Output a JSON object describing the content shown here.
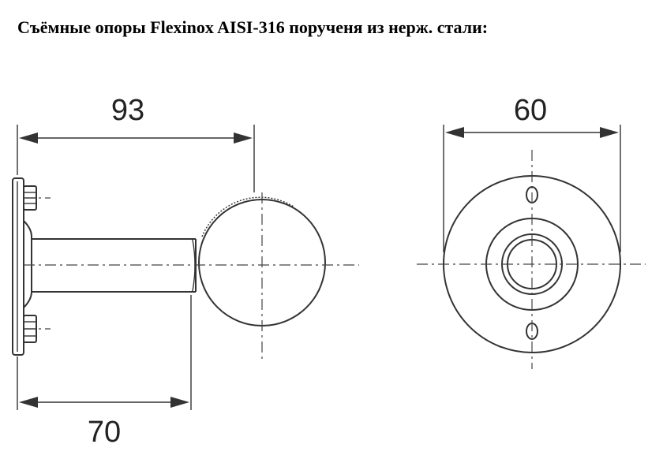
{
  "title": "Съёмные опоры Flexinox AISI-316 поручeня из нерж. стали:",
  "dimensions": {
    "total_length": "93",
    "stem_length": "70",
    "flange_diameter": "60"
  }
}
